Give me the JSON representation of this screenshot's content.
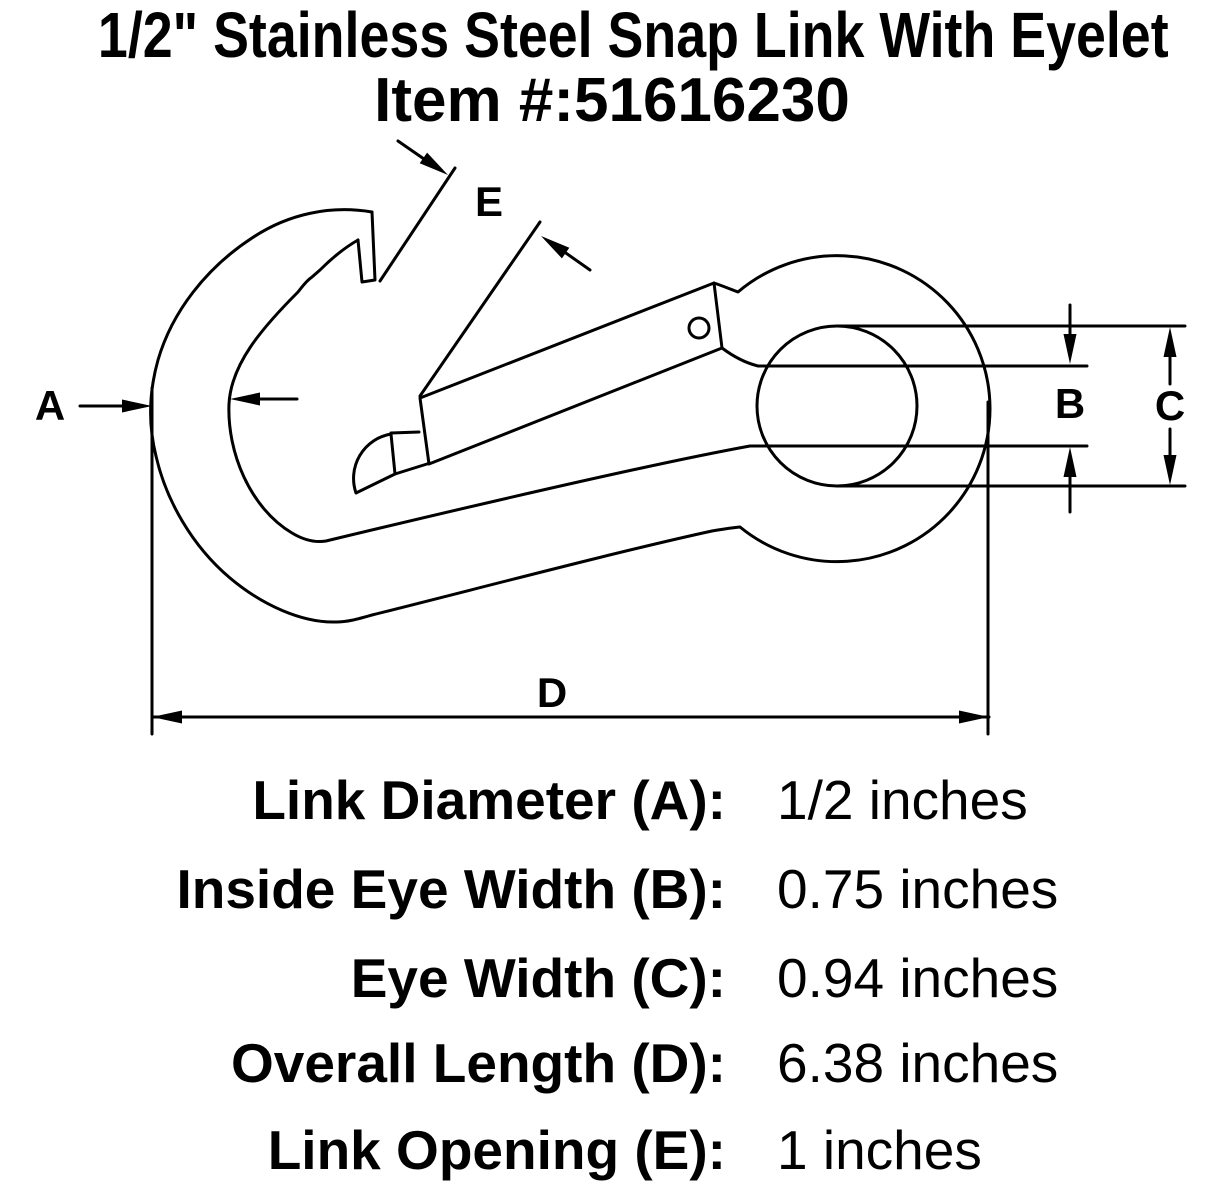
{
  "title": "1/2\" Stainless Steel Snap Link With Eyelet",
  "item_number_line": "Item #:51616230",
  "diagram": {
    "description": "outline drawing of stainless steel snap link with eyelet, dimension callouts",
    "dim_labels": {
      "a": "A",
      "b": "B",
      "c": "C",
      "d": "D",
      "e": "E"
    },
    "colors": {
      "line": "#000000",
      "background": "#ffffff"
    }
  },
  "specs": [
    {
      "label": "Link Diameter (A):",
      "value": "1/2 inches"
    },
    {
      "label": "Inside Eye Width (B):",
      "value": "0.75 inches"
    },
    {
      "label": "Eye Width (C):",
      "value": "0.94 inches"
    },
    {
      "label": "Overall Length (D):",
      "value": "6.38 inches"
    },
    {
      "label": "Link Opening (E):",
      "value": "1 inches"
    }
  ]
}
